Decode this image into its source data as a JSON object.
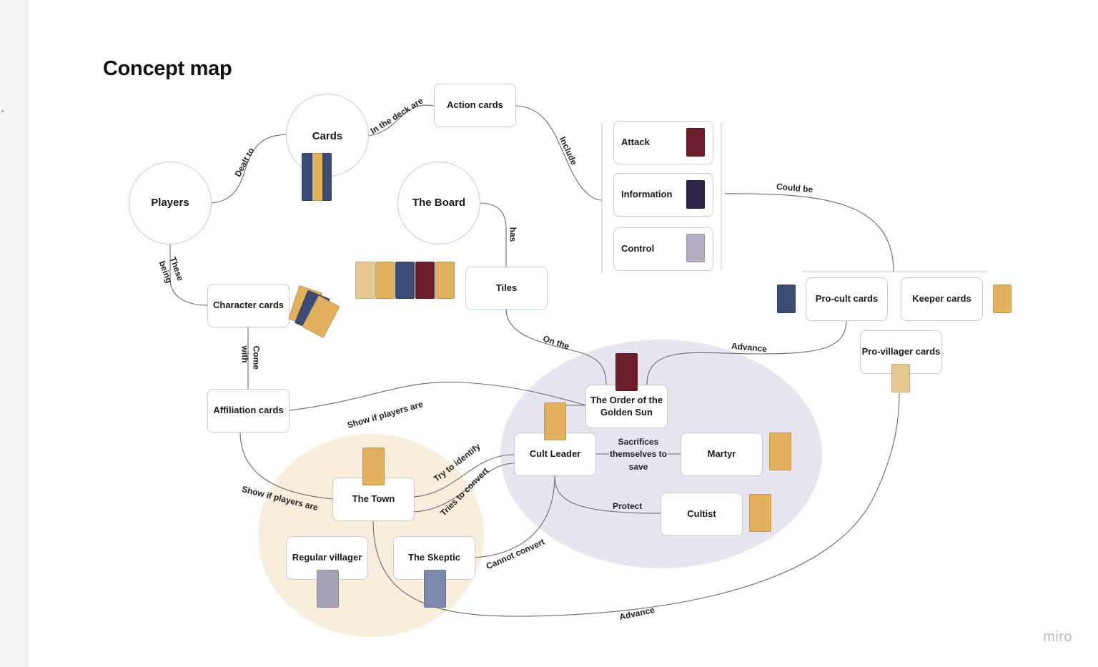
{
  "title": "Concept map",
  "brand": "miro",
  "colors": {
    "town_region": "#f8eedb",
    "cult_region": "#e6e5f0",
    "line": "#6a6a72",
    "card_gold": "#e1b15d",
    "card_navy": "#3c4b74",
    "card_maroon": "#6b1e2a",
    "card_purple": "#2e2346",
    "card_lavender": "#b5aec2"
  },
  "nodes": {
    "players": "Players",
    "cards": "Cards",
    "action_cards": "Action cards",
    "the_board": "The Board",
    "attack": "Attack",
    "information": "Information",
    "control": "Control",
    "tiles": "Tiles",
    "character_cards": "Character cards",
    "affiliation_cards": "Affiliation cards",
    "pro_cult_cards": "Pro-cult cards",
    "keeper_cards": "Keeper cards",
    "pro_villager_cards": "Pro-villager cards",
    "order": "The Order of the Golden Sun",
    "cult_leader": "Cult Leader",
    "martyr": "Martyr",
    "cultist": "Cultist",
    "the_town": "The Town",
    "regular_villager": "Regular villager",
    "the_skeptic": "The Skeptic",
    "sacrifices": "Sacrifices themselves to save"
  },
  "edges": {
    "dealt_to": "Dealt to",
    "in_the_deck_are": "In the deck are",
    "include": "Include",
    "has": "has",
    "could_be": "Could be",
    "these_being": "These being",
    "come_with": "Come with",
    "on_the": "On the",
    "advance_top": "Advance",
    "show_if_players_are_top": "Show if players are",
    "show_if_players_are_bottom": "Show if players are",
    "try_to_identify": "Try to identify",
    "tries_to_convert": "Tries to convert",
    "protect": "Protect",
    "cannot_convert": "Cannot convert",
    "advance_bottom": "Advance"
  }
}
